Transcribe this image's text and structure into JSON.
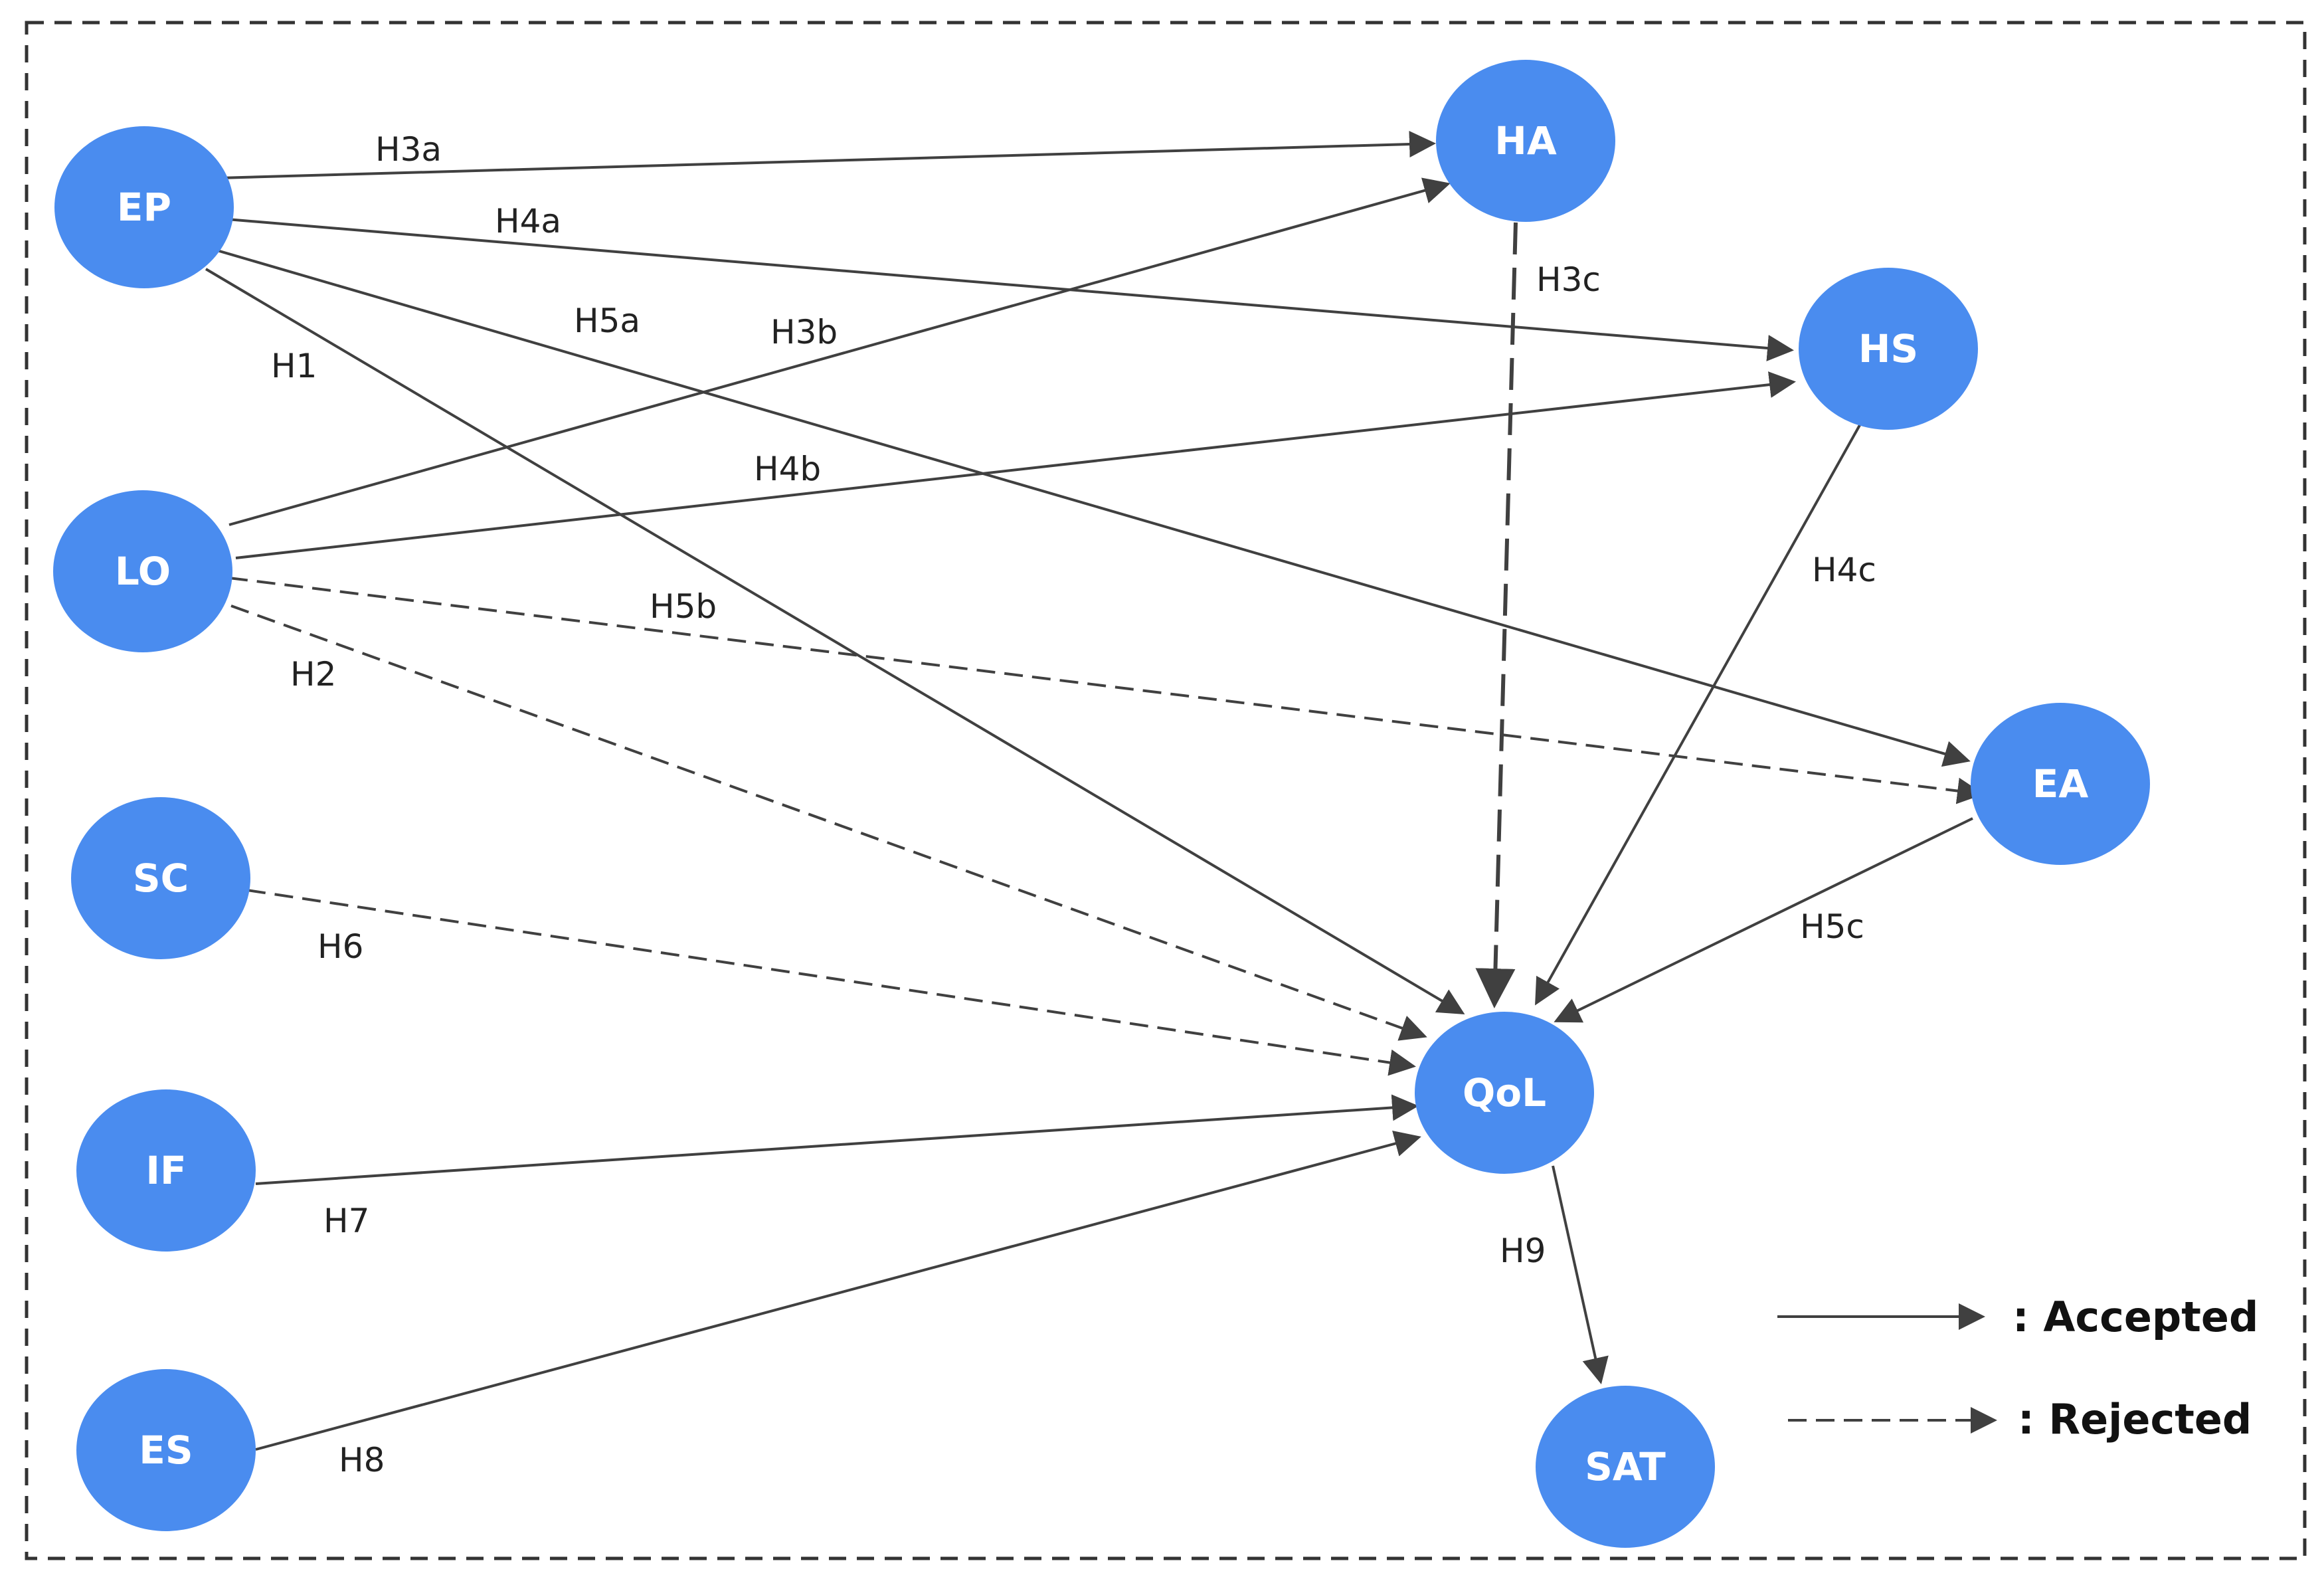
{
  "nodes": [
    {
      "id": "EP",
      "label": "EP"
    },
    {
      "id": "LO",
      "label": "LO"
    },
    {
      "id": "SC",
      "label": "SC"
    },
    {
      "id": "IF",
      "label": "IF"
    },
    {
      "id": "ES",
      "label": "ES"
    },
    {
      "id": "HA",
      "label": "HA"
    },
    {
      "id": "HS",
      "label": "HS"
    },
    {
      "id": "EA",
      "label": "EA"
    },
    {
      "id": "QoL",
      "label": "QoL"
    },
    {
      "id": "SAT",
      "label": "SAT"
    }
  ],
  "edges": [
    {
      "id": "H3a",
      "label": "H3a",
      "from": "EP",
      "to": "HA",
      "status": "accepted"
    },
    {
      "id": "H4a",
      "label": "H4a",
      "from": "EP",
      "to": "HS",
      "status": "accepted"
    },
    {
      "id": "H5a",
      "label": "H5a",
      "from": "EP",
      "to": "EA",
      "status": "accepted"
    },
    {
      "id": "H1",
      "label": "H1",
      "from": "EP",
      "to": "QoL",
      "status": "accepted"
    },
    {
      "id": "H3b",
      "label": "H3b",
      "from": "LO",
      "to": "HA",
      "status": "accepted"
    },
    {
      "id": "H4b",
      "label": "H4b",
      "from": "LO",
      "to": "HS",
      "status": "accepted"
    },
    {
      "id": "H5b",
      "label": "H5b",
      "from": "LO",
      "to": "EA",
      "status": "rejected"
    },
    {
      "id": "H2",
      "label": "H2",
      "from": "LO",
      "to": "QoL",
      "status": "rejected"
    },
    {
      "id": "H3c",
      "label": "H3c",
      "from": "HA",
      "to": "QoL",
      "status": "rejected"
    },
    {
      "id": "H4c",
      "label": "H4c",
      "from": "HS",
      "to": "QoL",
      "status": "accepted"
    },
    {
      "id": "H5c",
      "label": "H5c",
      "from": "EA",
      "to": "QoL",
      "status": "accepted"
    },
    {
      "id": "H6",
      "label": "H6",
      "from": "SC",
      "to": "QoL",
      "status": "rejected"
    },
    {
      "id": "H7",
      "label": "H7",
      "from": "IF",
      "to": "QoL",
      "status": "accepted"
    },
    {
      "id": "H8",
      "label": "H8",
      "from": "ES",
      "to": "QoL",
      "status": "accepted"
    },
    {
      "id": "H9",
      "label": "H9",
      "from": "QoL",
      "to": "SAT",
      "status": "accepted"
    }
  ],
  "legend": {
    "accepted": ": Accepted",
    "rejected": ": Rejected"
  },
  "colors": {
    "node": "#4a8cef",
    "edge": "#404040",
    "border": "#333333"
  }
}
